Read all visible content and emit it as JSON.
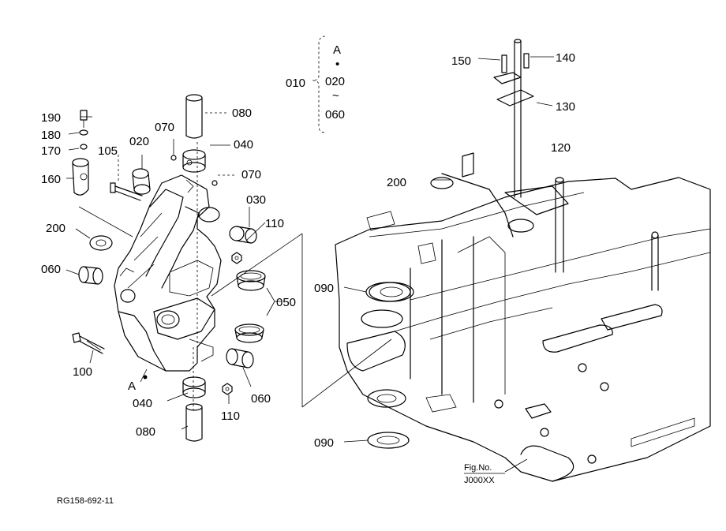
{
  "drawing": {
    "doc_code": "RG158-692-11",
    "figure_ref": {
      "line1": "Fig.No.",
      "line2": "J000XX"
    },
    "view_marker": "A"
  },
  "group_bracket": {
    "label": "010",
    "items": [
      "A",
      "•",
      "020",
      "~",
      "060"
    ]
  },
  "part_labels": {
    "p190": "190",
    "p180": "180",
    "p170": "170",
    "p160": "160",
    "p105": "105",
    "p020": "020",
    "p070a": "070",
    "p080a": "080",
    "p040a": "040",
    "p070b": "070",
    "p030": "030",
    "p110a": "110",
    "p200a": "200",
    "p060a": "060",
    "p050": "050",
    "p100": "100",
    "p040b": "040",
    "p110b": "110",
    "p060b": "060",
    "p080b": "080",
    "p150": "150",
    "p140": "140",
    "p130": "130",
    "p120": "120",
    "p200b": "200",
    "p090a": "090",
    "p090b": "090"
  }
}
